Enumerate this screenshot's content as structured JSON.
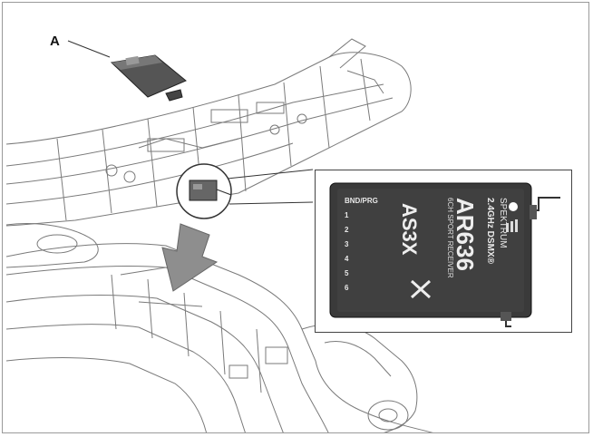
{
  "callout": {
    "label": "A"
  },
  "receiver": {
    "brand": "SPEKTRUM",
    "band": "2.4GHz DSMX®",
    "model": "AR636",
    "description": "6CH SPORT RECEIVER",
    "tech": "AS3X",
    "port_header": "BND/PRG",
    "ports": [
      "1",
      "2",
      "3",
      "4",
      "5",
      "6"
    ]
  },
  "colors": {
    "line": "#333333",
    "receiver_body": "#3a3a3a",
    "module": "#555555",
    "arrow": "#8e8e8e"
  },
  "icons": {
    "bind_plug": "bind-plug-icon",
    "arrow": "down-arrow-icon",
    "antenna": "antenna-icon"
  }
}
